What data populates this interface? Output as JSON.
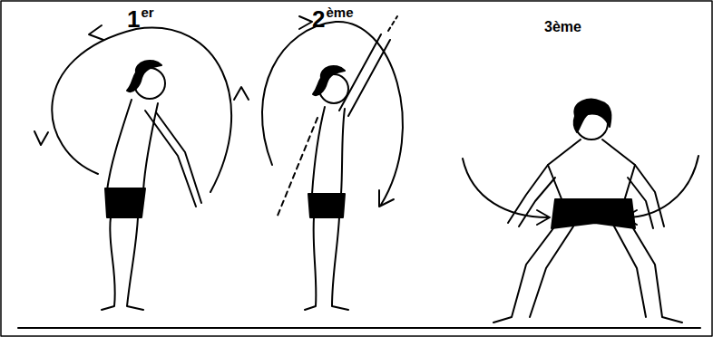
{
  "diagram": {
    "labels": [
      "1",
      "er",
      "2",
      "ème",
      "3ème"
    ]
  }
}
